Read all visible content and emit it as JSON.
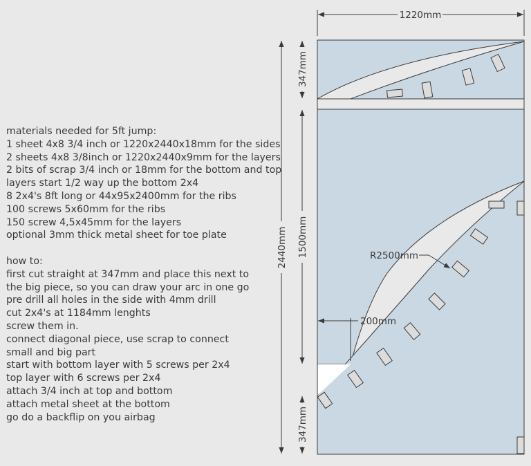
{
  "notes": {
    "materials": [
      "materials needed for 5ft jump:",
      "1 sheet 4x8 3/4 inch or 1220x2440x18mm for the sides",
      "2 sheets 4x8 3/8inch or 1220x2440x9mm for the layers",
      "2 bits of scrap 3/4 inch or 18mm for the bottom and top",
      "layers start 1/2 way up the bottom 2x4",
      "8 2x4's 8ft long or 44x95x2400mm for the ribs",
      "100 screws 5x60mm for the ribs",
      "150 screw 4,5x45mm for the layers",
      "optional 3mm thick metal sheet for toe plate"
    ],
    "howto": [
      "how to:",
      "first cut straight at 347mm and place this next to",
      "the big piece, so you can draw your arc in one go",
      "pre drill all holes in the side with 4mm drill",
      "cut 2x4's at 1184mm lenghts",
      "screw them in.",
      "connect diagonal piece, use scrap to connect",
      "small and big part",
      "start with bottom layer with 5 screws per 2x4",
      "top layer with 6 screws per 2x4",
      "attach 3/4 inch at top and bottom",
      "attach metal sheet at the bottom",
      "go do a backflip on you airbag"
    ]
  },
  "dimensions": {
    "width": "1220mm",
    "total_height": "2440mm",
    "top_cut": "347mm",
    "middle": "1500mm",
    "bottom": "347mm",
    "radius": "R2500mm",
    "offset": "200mm"
  },
  "colors": {
    "sheet": "#c9d8e3",
    "background": "#e9e9e9",
    "lines": "#3a3a3a",
    "rib": "#dcdcdc"
  }
}
